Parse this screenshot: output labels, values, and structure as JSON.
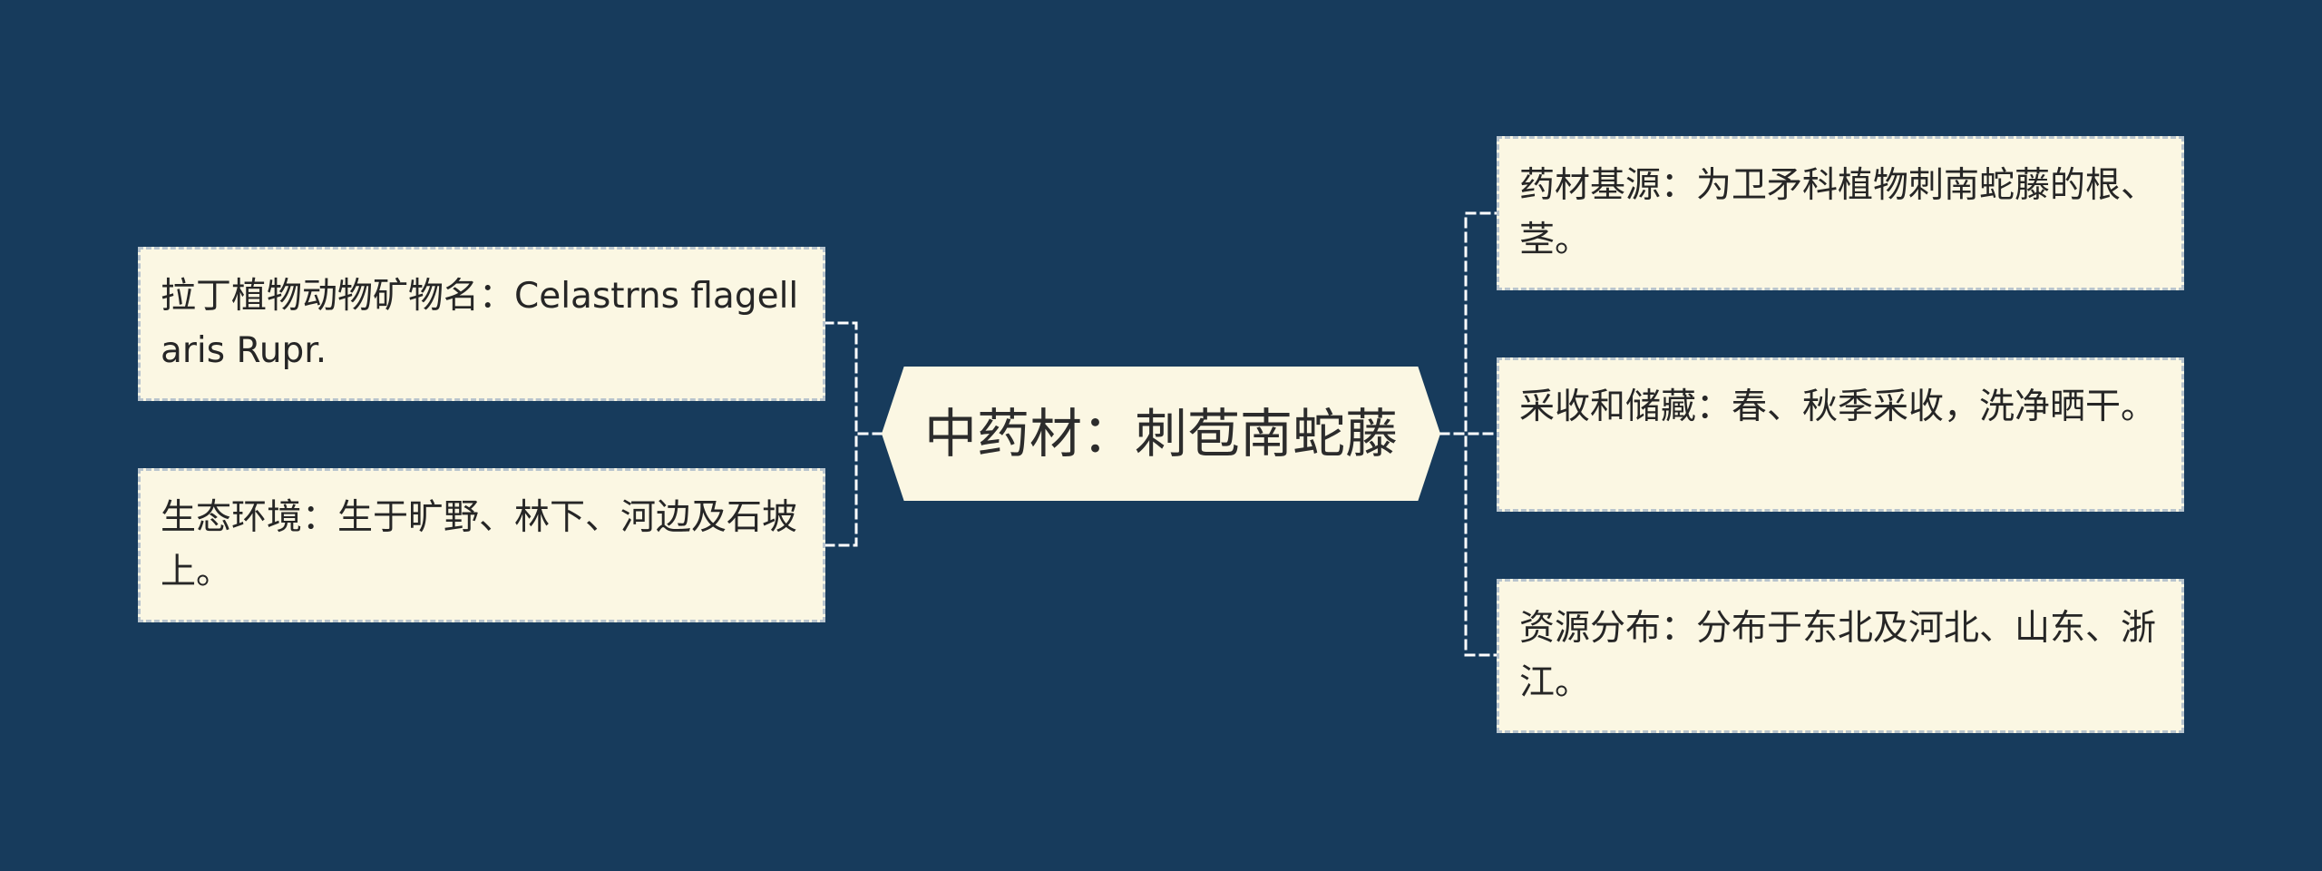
{
  "center": {
    "title": "中药材：刺苞南蛇藤"
  },
  "left_topics": [
    {
      "text": "拉丁植物动物矿物名：Celastrns flagellaris Rupr."
    },
    {
      "text": "生态环境：生于旷野、林下、河边及石坡上。"
    }
  ],
  "right_topics": [
    {
      "text": "药材基源：为卫矛科植物刺南蛇藤的根、茎。"
    },
    {
      "text": "采收和储藏：春、秋季采收，洗净晒干。"
    },
    {
      "text": "资源分布：分布于东北及河北、山东、浙江。"
    }
  ],
  "colors": {
    "background": "#173b5c",
    "node_fill": "#fbf7e3",
    "dashed_border": "#b8c4cd",
    "connector": "#ffffff",
    "text": "#262626"
  }
}
